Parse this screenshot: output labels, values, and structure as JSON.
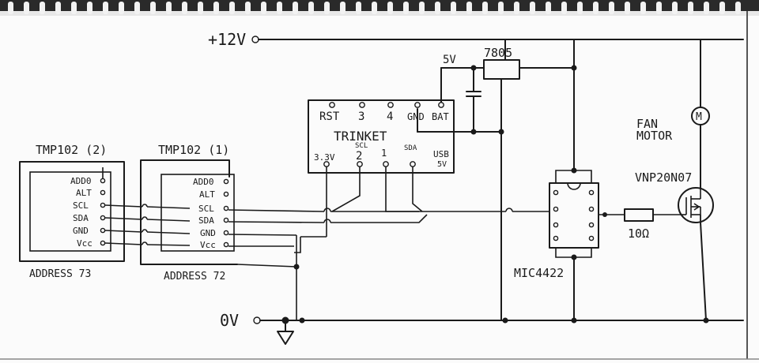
{
  "rails": {
    "v12": "+12V",
    "v0": "0V",
    "v5": "5V"
  },
  "regulator": {
    "label": "7805"
  },
  "trinket": {
    "title": "TRINKET",
    "top_pins": [
      "RST",
      "3",
      "4",
      "GND",
      "BAT"
    ],
    "bottom_pins": [
      "3.3V",
      "2",
      "1",
      "",
      "USB"
    ],
    "bottom_sub": [
      "",
      "SCL",
      "",
      "SDA",
      "5V"
    ]
  },
  "sensors": [
    {
      "title": "TMP102 (2)",
      "address": "ADDRESS 73",
      "pins": [
        "ADD0",
        "ALT",
        "SCL",
        "SDA",
        "GND",
        "Vcc"
      ]
    },
    {
      "title": "TMP102 (1)",
      "address": "ADDRESS 72",
      "pins": [
        "ADD0",
        "ALT",
        "SCL",
        "SDA",
        "GND",
        "Vcc"
      ]
    }
  ],
  "driver": {
    "label": "MIC4422"
  },
  "resistor": {
    "label": "10Ω"
  },
  "mosfet": {
    "label": "VNP20N07"
  },
  "fan": {
    "label_line1": "FAN",
    "label_line2": "MOTOR",
    "symbol": "M"
  }
}
